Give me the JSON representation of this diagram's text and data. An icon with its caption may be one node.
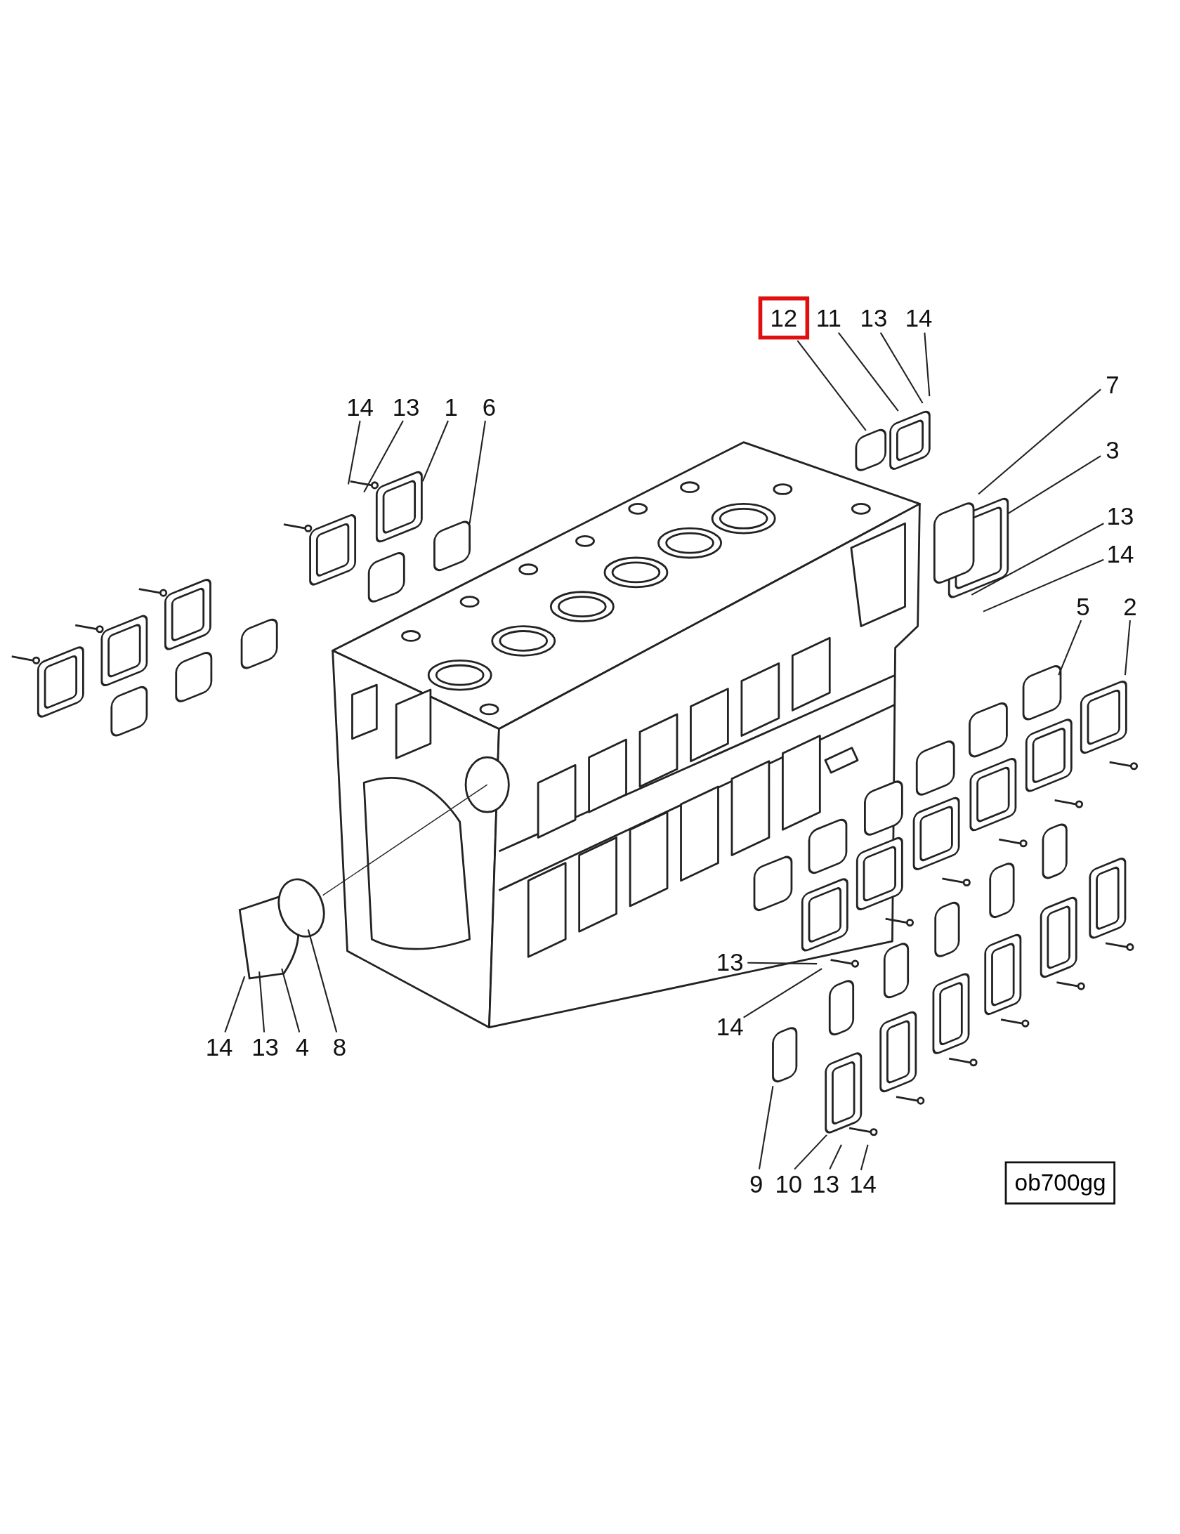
{
  "diagram": {
    "nodes": [
      {
        "text": [
          "12"
        ]
      },
      {
        "text": [
          "11"
        ]
      },
      {
        "text": [
          "13"
        ]
      },
      {
        "text": [
          "14"
        ]
      },
      {
        "text": [
          "7"
        ]
      },
      {
        "text": [
          "3"
        ]
      },
      {
        "text": [
          "13"
        ]
      },
      {
        "text": [
          "14"
        ]
      },
      {
        "text": [
          "5"
        ]
      },
      {
        "text": [
          "2"
        ]
      },
      {
        "text": [
          "14"
        ]
      },
      {
        "text": [
          "13"
        ]
      },
      {
        "text": [
          "1"
        ]
      },
      {
        "text": [
          "6"
        ]
      },
      {
        "text": [
          "13"
        ]
      },
      {
        "text": [
          "14"
        ]
      },
      {
        "text": [
          "14"
        ]
      },
      {
        "text": [
          "13"
        ]
      },
      {
        "text": [
          "4"
        ]
      },
      {
        "text": [
          "8"
        ]
      },
      {
        "text": [
          "9"
        ]
      },
      {
        "text": [
          "10"
        ]
      },
      {
        "text": [
          "13"
        ]
      },
      {
        "text": [
          "14"
        ]
      }
    ],
    "edges": [
      {
        "from": 0,
        "to": null,
        "arrow": "none"
      },
      {
        "from": 1,
        "to": null,
        "arrow": "none"
      },
      {
        "from": 2,
        "to": null,
        "arrow": "none"
      },
      {
        "from": 3,
        "to": null,
        "arrow": "none"
      },
      {
        "from": 4,
        "to": null,
        "arrow": "none"
      },
      {
        "from": 5,
        "to": null,
        "arrow": "none"
      },
      {
        "from": 6,
        "to": null,
        "arrow": "none"
      },
      {
        "from": 7,
        "to": null,
        "arrow": "none"
      },
      {
        "from": 8,
        "to": null,
        "arrow": "none"
      },
      {
        "from": 9,
        "to": null,
        "arrow": "none"
      },
      {
        "from": 10,
        "to": null,
        "arrow": "none"
      },
      {
        "from": 11,
        "to": null,
        "arrow": "none"
      },
      {
        "from": 12,
        "to": null,
        "arrow": "none"
      },
      {
        "from": 13,
        "to": null,
        "arrow": "none"
      },
      {
        "from": 14,
        "to": null,
        "arrow": "none"
      },
      {
        "from": 15,
        "to": null,
        "arrow": "none"
      },
      {
        "from": 16,
        "to": null,
        "arrow": "none"
      },
      {
        "from": 17,
        "to": null,
        "arrow": "none"
      },
      {
        "from": 18,
        "to": null,
        "arrow": "none"
      },
      {
        "from": 19,
        "to": null,
        "arrow": "none"
      },
      {
        "from": 20,
        "to": null,
        "arrow": "none"
      },
      {
        "from": 21,
        "to": null,
        "arrow": "none"
      },
      {
        "from": 22,
        "to": null,
        "arrow": "none"
      },
      {
        "from": 23,
        "to": null,
        "arrow": "none"
      }
    ],
    "labels": [
      "ob700gg"
    ]
  }
}
